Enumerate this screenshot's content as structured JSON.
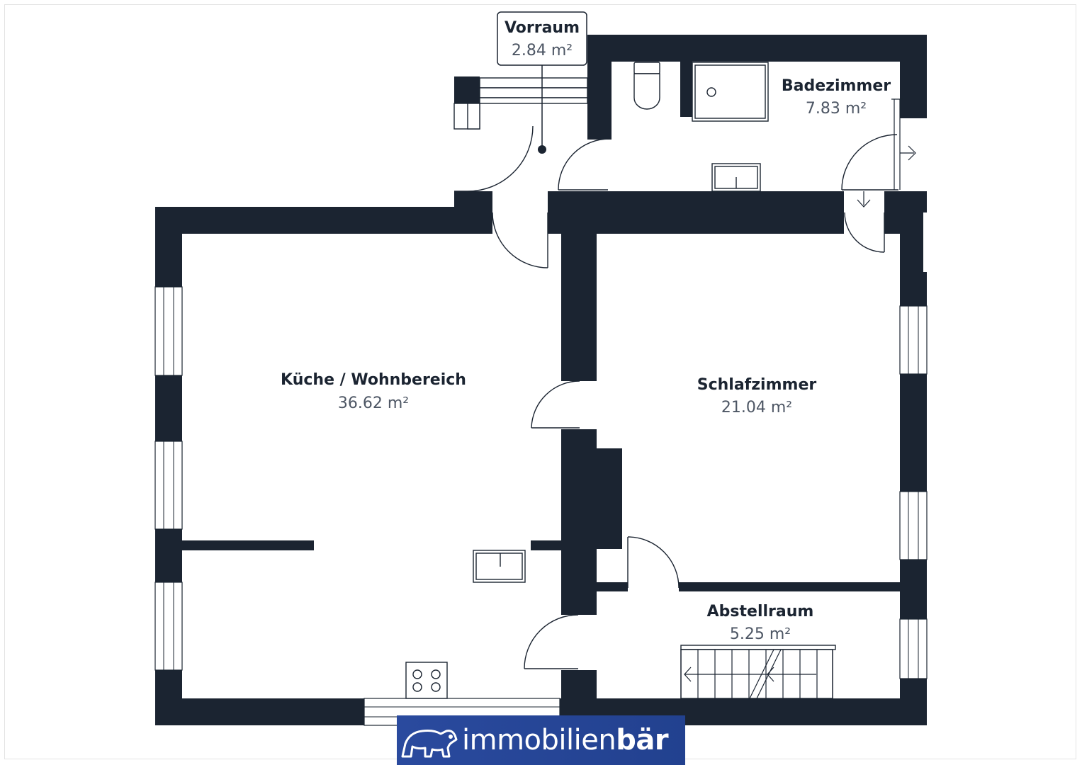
{
  "colors": {
    "wall": "#1b2431",
    "label": "#1b2431",
    "area": "#4d5664",
    "fixture_line": "#1b2431",
    "background": "#ffffff",
    "logo_bg": "#2a4a9e",
    "logo_text": "#ffffff"
  },
  "rooms": [
    {
      "name": "Vorraum",
      "area": "2.84 m²"
    },
    {
      "name": "Badezimmer",
      "area": "7.83 m²"
    },
    {
      "name": "Küche / Wohnbereich",
      "area": "36.62 m²"
    },
    {
      "name": "Schlafzimmer",
      "area": "21.04 m²"
    },
    {
      "name": "Abstellraum",
      "area": "5.25 m²"
    }
  ],
  "logo": {
    "brand_light": "immobilien",
    "brand_bold": "bär",
    "icon": "bear-icon"
  }
}
